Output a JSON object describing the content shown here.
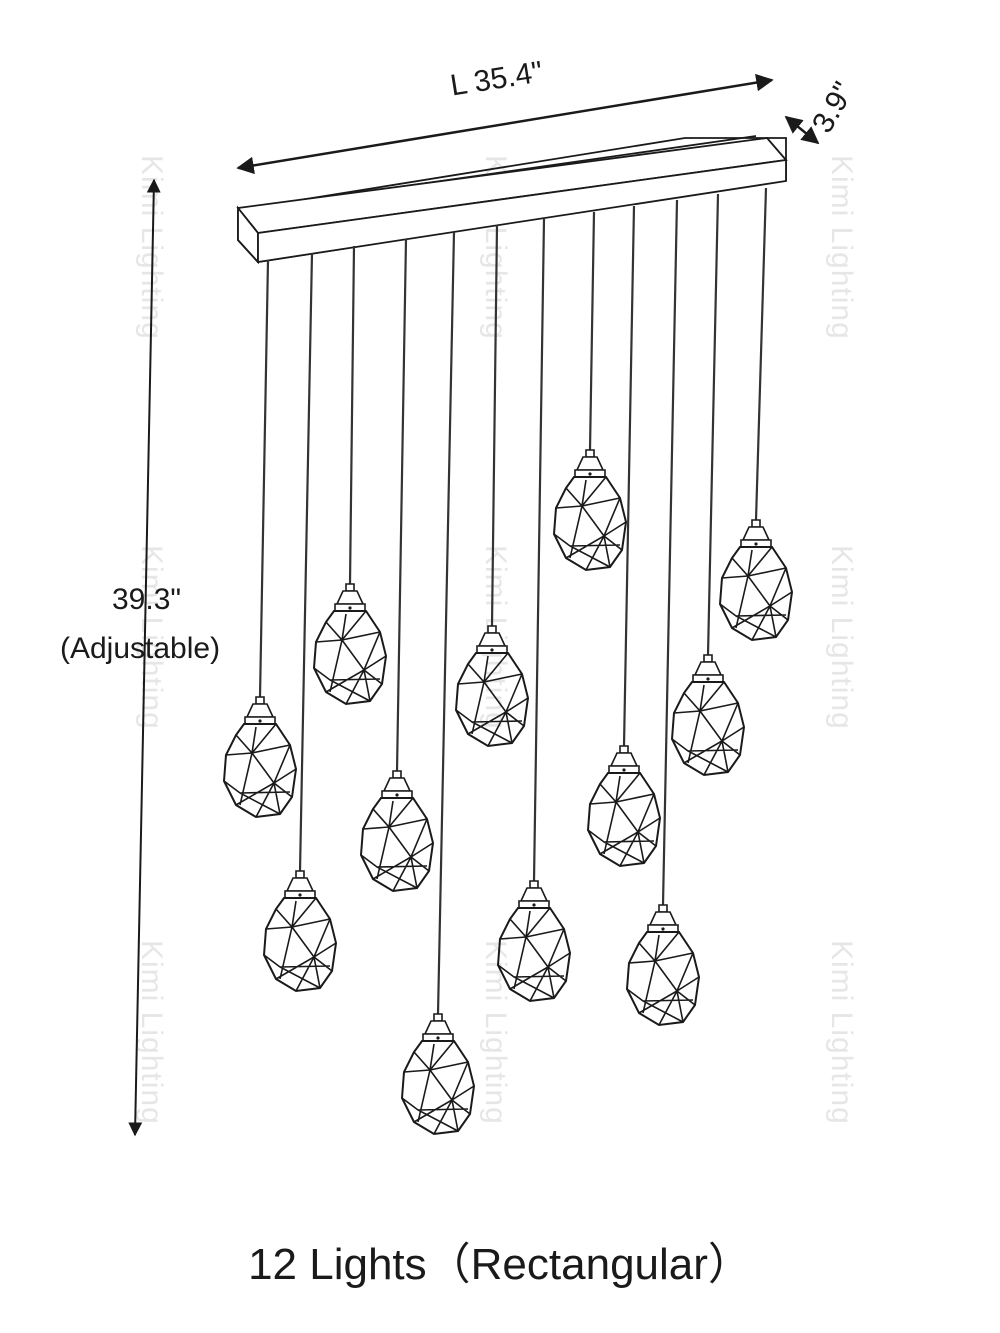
{
  "diagram": {
    "product_caption": "12 Lights（Rectangular）",
    "dimensions": {
      "length_label": "L 35.4\"",
      "width_label": "3.9\"",
      "height_label": "39.3\"",
      "height_note": "(Adjustable)"
    },
    "watermark": "Kimi Lighting",
    "light_count": 12,
    "canopy_shape": "rectangular",
    "colors": {
      "line": "#1a1a1a",
      "watermark": "#e6e6e6",
      "background": "#ffffff"
    }
  }
}
